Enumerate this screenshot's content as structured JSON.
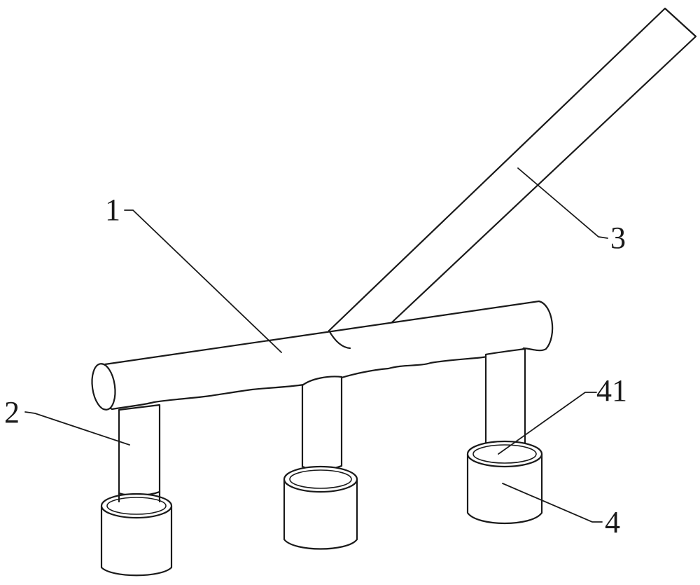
{
  "callouts": [
    {
      "id": "1",
      "text": "1"
    },
    {
      "id": "2",
      "text": "2"
    },
    {
      "id": "3",
      "text": "3"
    },
    {
      "id": "4",
      "text": "4"
    },
    {
      "id": "41",
      "text": "41"
    }
  ]
}
